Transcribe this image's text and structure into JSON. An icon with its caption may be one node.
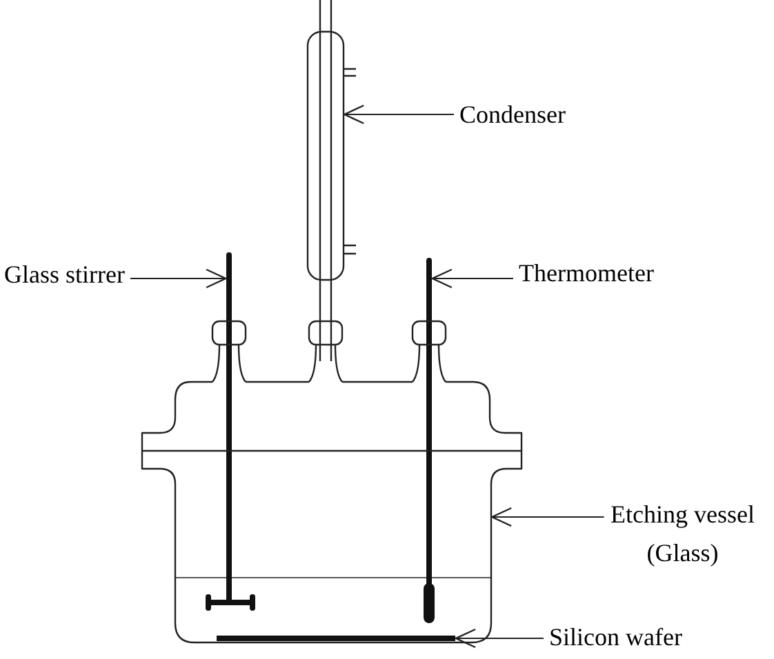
{
  "diagram": {
    "nodes": [
      {
        "text": [
          "Condenser"
        ]
      },
      {
        "text": [],
        "shape": "tube"
      },
      {
        "text": [
          "Glass stirrer"
        ]
      },
      {
        "text": [],
        "shape": "bar"
      },
      {
        "text": [
          "Thermometer"
        ]
      },
      {
        "text": [],
        "shape": "bar"
      },
      {
        "text": [
          "Etching vessel (Glass)"
        ]
      },
      {
        "text": [],
        "shape": "vessel"
      },
      {
        "text": [
          "Silicon wafer"
        ]
      },
      {
        "text": [],
        "shape": "bar",
        "in": 7
      }
    ],
    "edges": [
      {
        "from": 0,
        "to": 1,
        "arrow": "to"
      },
      {
        "from": 2,
        "to": 3,
        "arrow": "to"
      },
      {
        "from": 4,
        "to": 5,
        "arrow": "to"
      },
      {
        "from": 6,
        "to": 7,
        "arrow": "to"
      },
      {
        "from": 8,
        "to": 9,
        "arrow": "to"
      }
    ]
  }
}
